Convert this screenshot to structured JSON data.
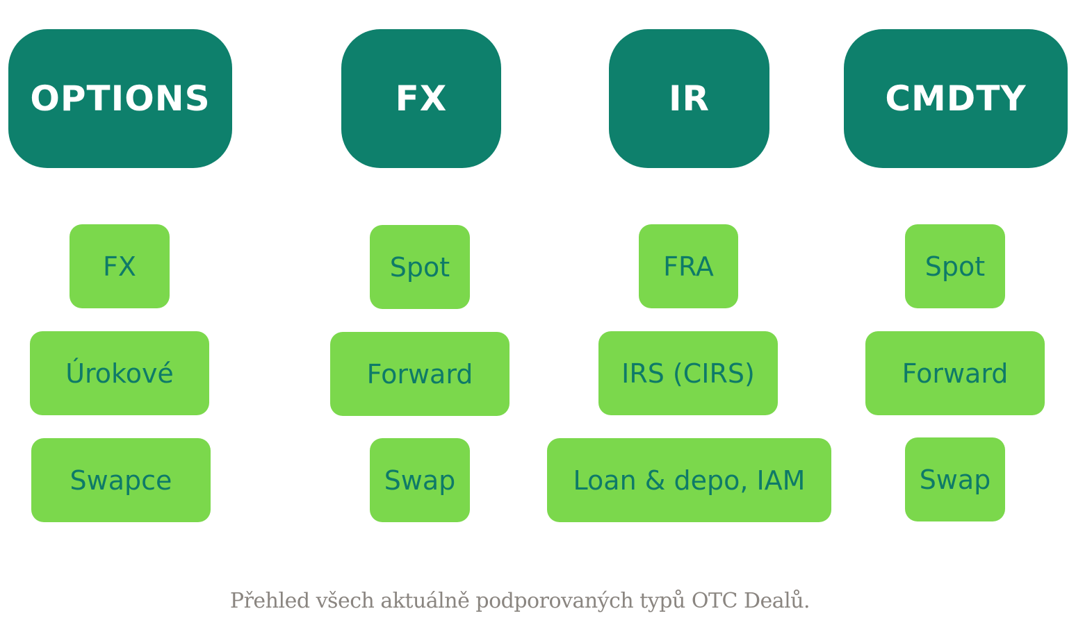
{
  "columns": [
    {
      "header": "OPTIONS",
      "items": [
        "FX",
        "Úrokové",
        "Swapce"
      ]
    },
    {
      "header": "FX",
      "items": [
        "Spot",
        "Forward",
        "Swap"
      ]
    },
    {
      "header": "IR",
      "items": [
        "FRA",
        "IRS (CIRS)",
        "Loan & depo, IAM"
      ]
    },
    {
      "header": "CMDTY",
      "items": [
        "Spot",
        "Forward",
        "Swap"
      ]
    }
  ],
  "caption": "Přehled všech aktuálně podporovaných typů OTC Dealů.",
  "colors": {
    "header_bg": "#0e806c",
    "header_text": "#ffffff",
    "item_bg": "#7bd84c",
    "item_text": "#0e7a68",
    "caption_text": "#8a8580"
  }
}
